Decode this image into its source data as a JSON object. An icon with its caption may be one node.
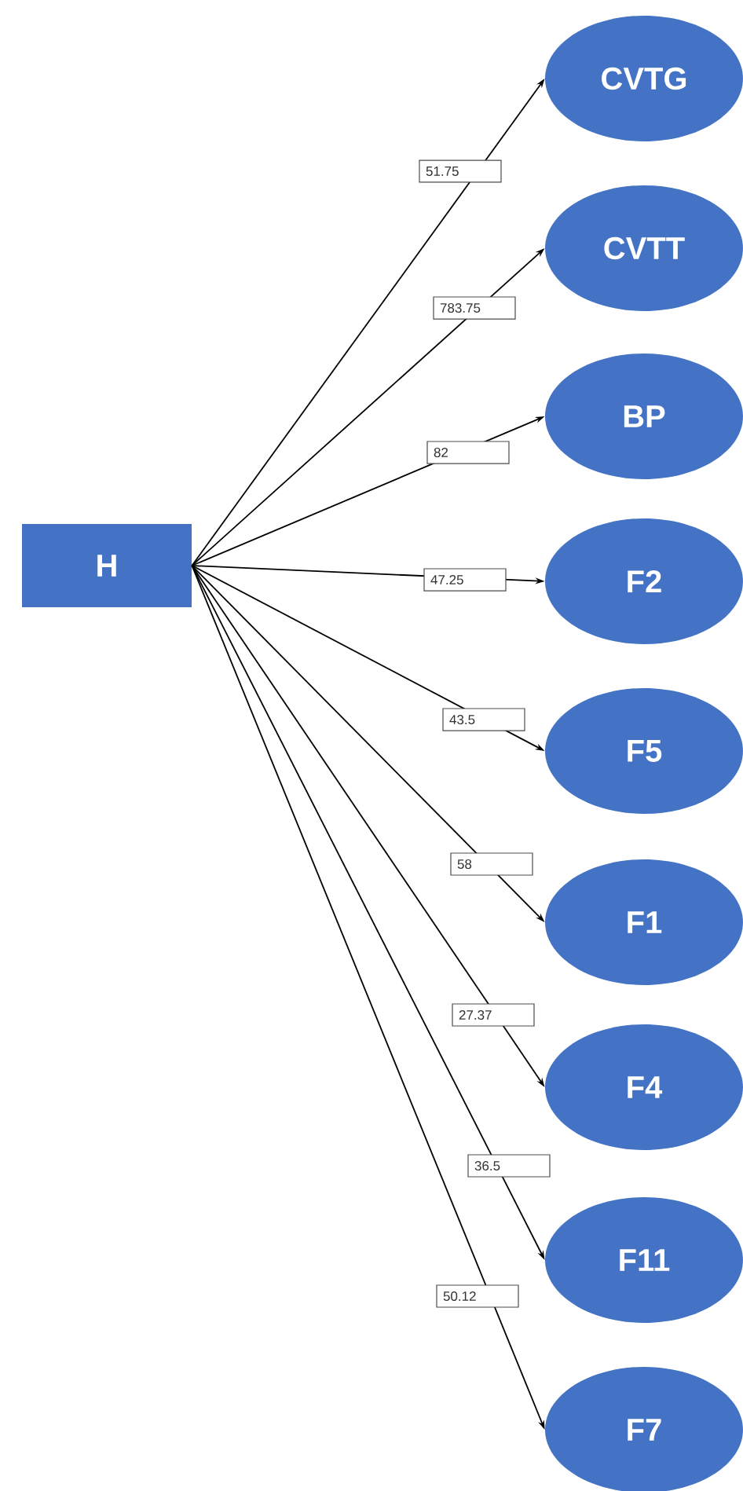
{
  "diagram": {
    "nodes": [
      {
        "text": [
          "H"
        ]
      },
      {
        "text": [
          "CVTG"
        ]
      },
      {
        "text": [
          "CVTT"
        ]
      },
      {
        "text": [
          "BP"
        ]
      },
      {
        "text": [
          "F2"
        ]
      },
      {
        "text": [
          "F5"
        ]
      },
      {
        "text": [
          "F1"
        ]
      },
      {
        "text": [
          "F4"
        ]
      },
      {
        "text": [
          "F11"
        ]
      },
      {
        "text": [
          "F7"
        ]
      }
    ],
    "edges": [
      {
        "from": 0,
        "to": 1,
        "arrow": "to",
        "label": "51.75"
      },
      {
        "from": 0,
        "to": 2,
        "arrow": "to",
        "label": "783.75"
      },
      {
        "from": 0,
        "to": 3,
        "arrow": "to",
        "label": "82"
      },
      {
        "from": 0,
        "to": 4,
        "arrow": "to",
        "label": "47.25"
      },
      {
        "from": 0,
        "to": 5,
        "arrow": "to",
        "label": "43.5"
      },
      {
        "from": 0,
        "to": 6,
        "arrow": "to",
        "label": "58"
      },
      {
        "from": 0,
        "to": 7,
        "arrow": "to",
        "label": "27.37"
      },
      {
        "from": 0,
        "to": 8,
        "arrow": "to",
        "label": "36.5"
      },
      {
        "from": 0,
        "to": 9,
        "arrow": "to",
        "label": "50.12"
      }
    ]
  }
}
